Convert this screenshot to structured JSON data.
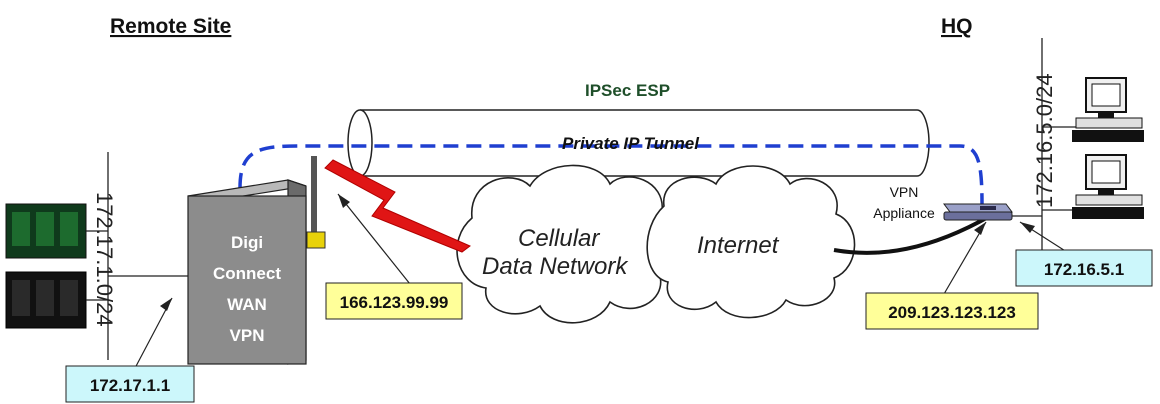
{
  "headings": {
    "remote_site": "Remote Site",
    "hq": "HQ"
  },
  "tunnel": {
    "protocol": "IPSec ESP",
    "label": "Private IP Tunnel"
  },
  "clouds": {
    "cellular_line1": "Cellular",
    "cellular_line2": "Data Network",
    "internet": "Internet"
  },
  "router": {
    "line1": "Digi",
    "line2": "Connect",
    "line3": "WAN",
    "line4": "VPN"
  },
  "vpn_appliance": {
    "line1": "VPN",
    "line2": "Appliance"
  },
  "subnets": {
    "remote": "172.17.1.0/24",
    "hq": "172.16.5.0/24"
  },
  "addresses": {
    "remote_lan_ip": "172.17.1.1",
    "cellular_ip": "166.123.99.99",
    "appliance_wan_ip": "209.123.123.123",
    "hq_lan_ip": "172.16.5.1"
  },
  "colors": {
    "tunnel_dash": "#1f3fd0",
    "lightning": "#e01515",
    "router_fill": "#8c8c8c",
    "ip_box_cyan": "#ccf7fb",
    "ip_box_yellow": "#ffff99",
    "heading_green": "#1f4f2a"
  }
}
